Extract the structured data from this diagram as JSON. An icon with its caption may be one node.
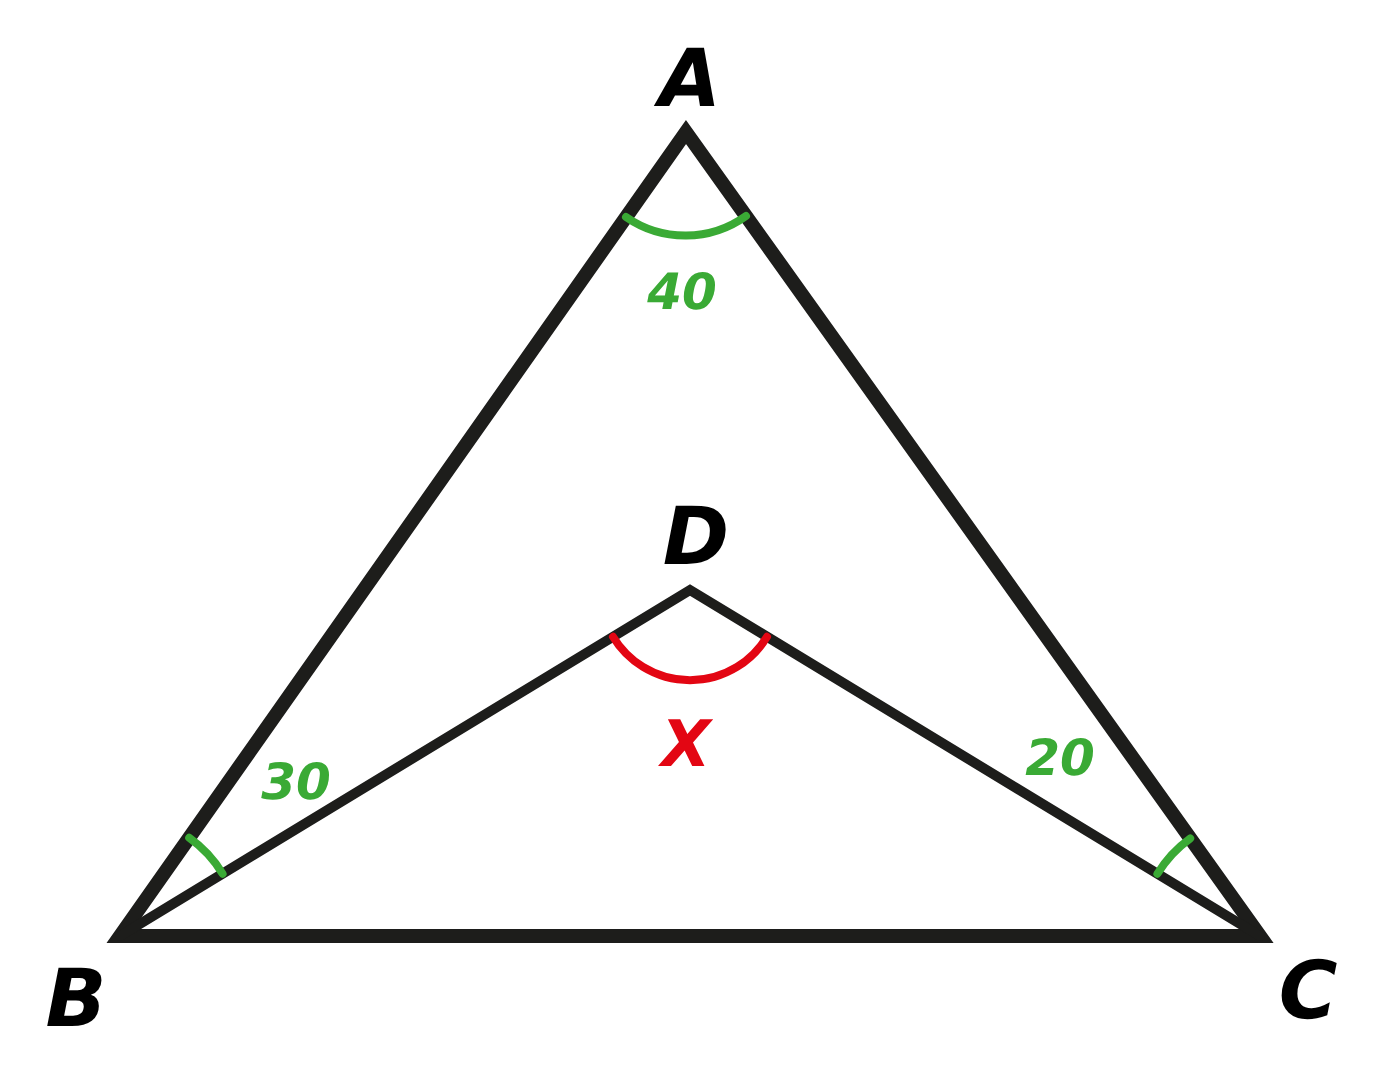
{
  "diagram": {
    "labels": [
      "A",
      "40",
      "D",
      "30",
      "X",
      "20",
      "B",
      "C"
    ]
  }
}
